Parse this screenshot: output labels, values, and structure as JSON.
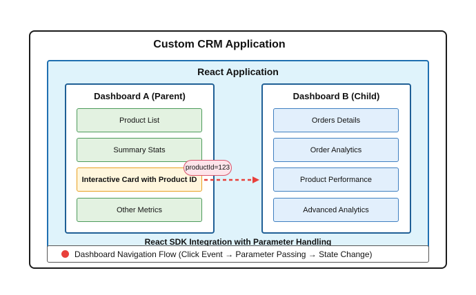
{
  "title": "Custom CRM Application",
  "react_app": {
    "title": "React Application"
  },
  "dashboard_a": {
    "title": "Dashboard A (Parent)",
    "items": [
      "Product List",
      "Summary Stats",
      "Interactive Card with Product ID",
      "Other Metrics"
    ]
  },
  "dashboard_b": {
    "title": "Dashboard B (Child)",
    "items": [
      "Orders Details",
      "Order Analytics",
      "Product Performance",
      "Advanced Analytics"
    ]
  },
  "parameter_badge": "productId=123",
  "sdk_label": "React SDK Integration with Parameter Handling",
  "legend": {
    "text": "Dashboard Navigation Flow (Click Event → Parameter Passing → State Change)"
  },
  "colors": {
    "outer_border": "#1a1a1a",
    "react_bg": "#dff3fb",
    "react_border": "#1f6fb0",
    "item_a_bg": "#e3f2e1",
    "item_a_border": "#4c9a5a",
    "highlight_bg": "#fff6dd",
    "highlight_border": "#e8a020",
    "item_b_bg": "#e2effc",
    "item_b_border": "#3f7fc0",
    "arrow": "#e8403b",
    "badge_bg": "#fde4ea",
    "badge_border": "#d9546b"
  }
}
